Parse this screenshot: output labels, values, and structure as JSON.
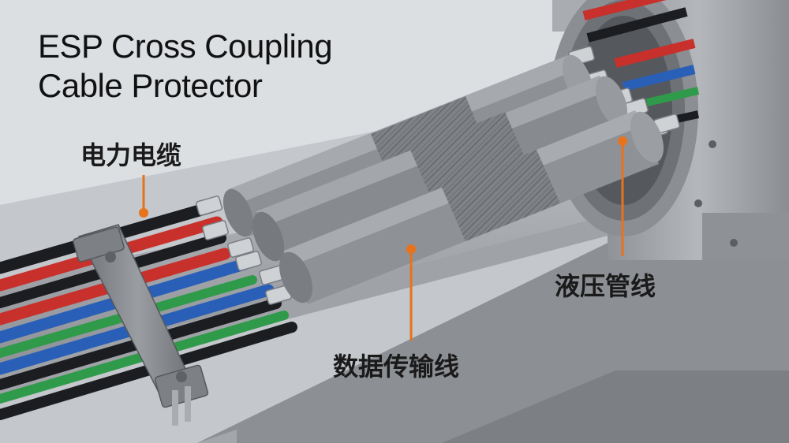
{
  "title": {
    "line1": "ESP Cross Coupling",
    "line2": "Cable Protector"
  },
  "labels": {
    "power_cable": "电力电缆",
    "hydraulic_line": "液压管线",
    "data_line": "数据传输线"
  },
  "colors": {
    "accent": "#e8731c",
    "power_cable": "#c8302c",
    "data_cable": "#2a5fb8",
    "hydraulic_line": "#2f9a4a",
    "black_cable": "#1b1d20",
    "protector": "#8d9095",
    "housing": "#9a9da2"
  }
}
